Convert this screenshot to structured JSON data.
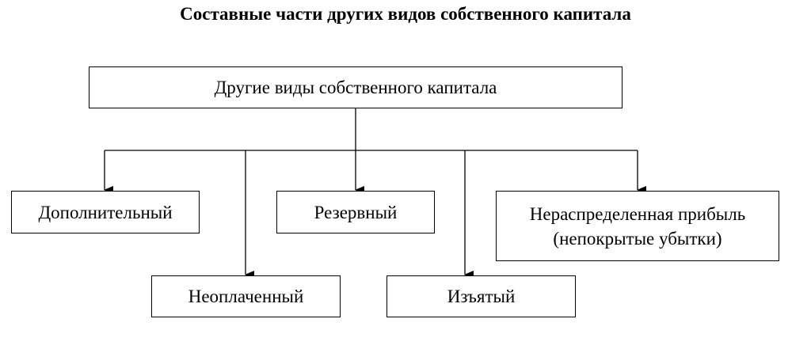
{
  "diagram": {
    "title": "Составные части других видов собственного капитала",
    "root": "Другие виды собственного капитала",
    "children": {
      "dopolnitelny": "Дополнительный",
      "neoplachenny": "Неоплаченный",
      "rezervny": "Резервный",
      "izyaty": "Изъятый",
      "neraspredelennaya_line1": "Нераспределенная прибыль",
      "neraspredelennaya_line2": "(непокрытые убытки)"
    },
    "colors": {
      "line": "#000000",
      "background": "#ffffff"
    }
  }
}
